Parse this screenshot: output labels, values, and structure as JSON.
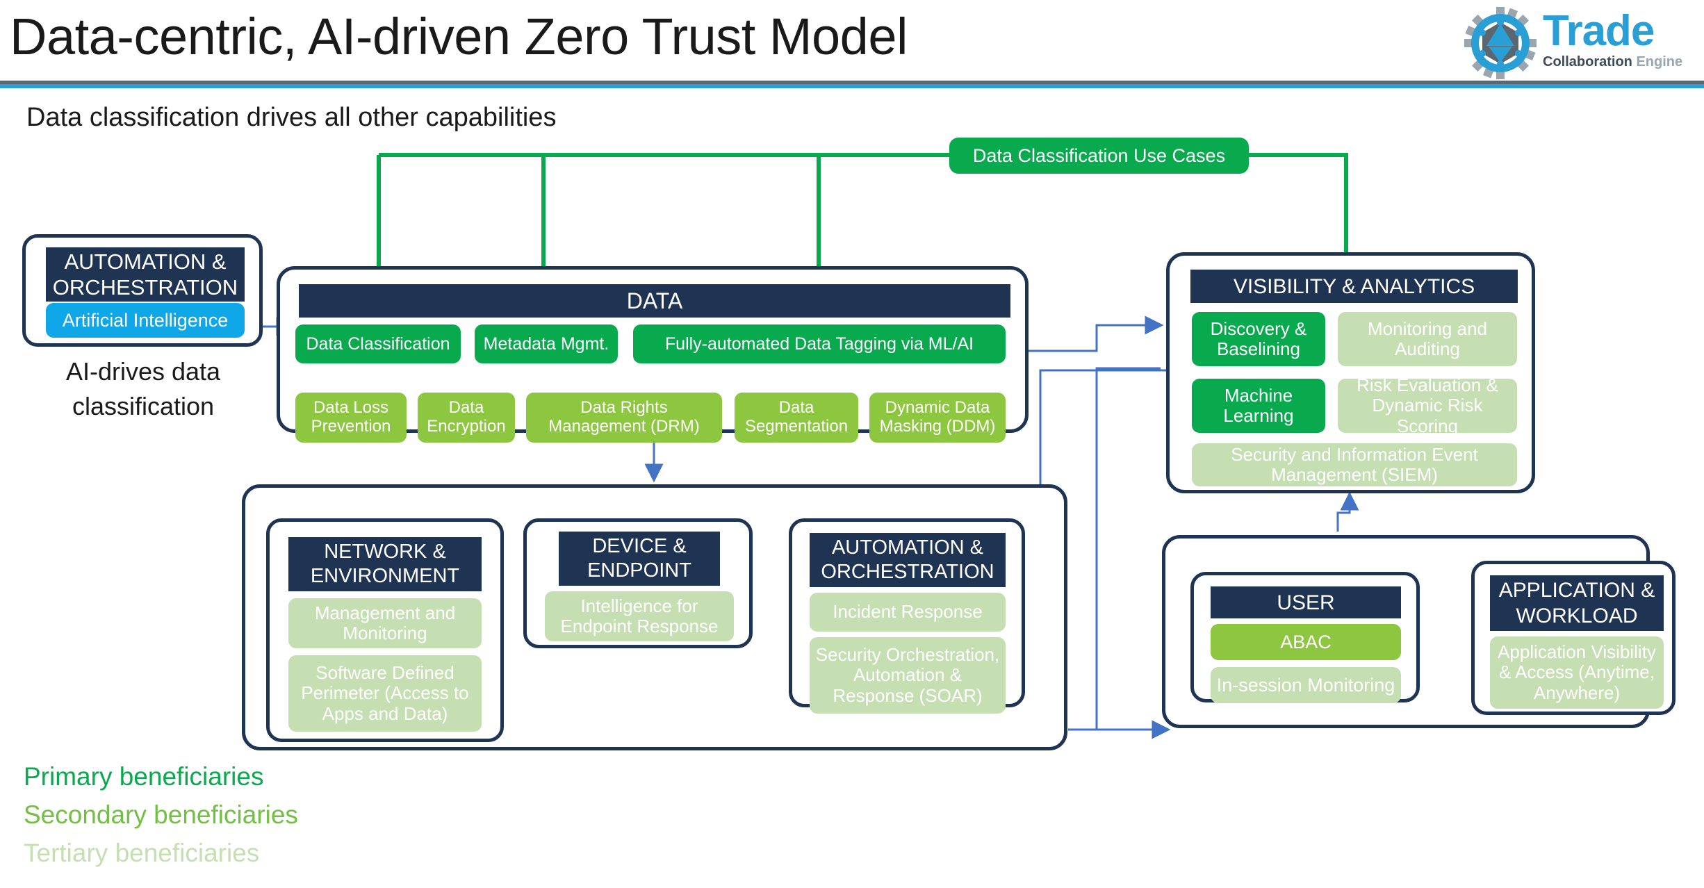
{
  "header": {
    "title": "Data-centric, AI-driven Zero Trust Model",
    "subtitle": "Data classification drives all other capabilities",
    "logo": {
      "word": "Trade",
      "tagline_1": "Collaboration",
      "tagline_2": "Engine"
    }
  },
  "colors": {
    "navy": "#1f3353",
    "primary_green": "#09a94e",
    "secondary_green": "#8dc63f",
    "tertiary_green": "#c5dfb3",
    "cyan": "#10a7e8",
    "rule_gray": "#5b6770",
    "rule_blue": "#2a9fd6",
    "arrow_blue": "#4472c4"
  },
  "use_cases_banner": {
    "label": "Data Classification Use Cases"
  },
  "automation_left": {
    "header": "AUTOMATION & ORCHESTRATION",
    "items": [
      {
        "label": "Artificial Intelligence",
        "tier": "ai"
      }
    ],
    "caption": "AI-drives data classification"
  },
  "data_group": {
    "header": "DATA",
    "row_primary": [
      {
        "label": "Data Classification",
        "tier": "primary"
      },
      {
        "label": "Metadata Mgmt.",
        "tier": "primary"
      },
      {
        "label": "Fully-automated Data Tagging via ML/AI",
        "tier": "primary"
      }
    ],
    "row_secondary": [
      {
        "label": "Data Loss Prevention",
        "tier": "secondary"
      },
      {
        "label": "Data Encryption",
        "tier": "secondary"
      },
      {
        "label": "Data Rights Management (DRM)",
        "tier": "secondary"
      },
      {
        "label": "Data Segmentation",
        "tier": "secondary"
      },
      {
        "label": "Dynamic Data Masking (DDM)",
        "tier": "secondary"
      }
    ]
  },
  "visibility_group": {
    "header": "VISIBILITY & ANALYTICS",
    "left_items": [
      {
        "label": "Discovery & Baselining",
        "tier": "primary"
      },
      {
        "label": "Machine Learning",
        "tier": "primary"
      }
    ],
    "right_items": [
      {
        "label": "Monitoring and Auditing",
        "tier": "tertiary"
      },
      {
        "label": "Risk Evaluation & Dynamic Risk Scoring",
        "tier": "tertiary"
      }
    ],
    "wide_item": {
      "label": "Security and Information Event Management (SIEM)",
      "tier": "tertiary"
    }
  },
  "bottom_group": {
    "network": {
      "header": "NETWORK & ENVIRONMENT",
      "items": [
        {
          "label": "Management and Monitoring",
          "tier": "tertiary"
        },
        {
          "label": "Software Defined Perimeter (Access to Apps and Data)",
          "tier": "tertiary"
        }
      ]
    },
    "device": {
      "header": "DEVICE & ENDPOINT",
      "items": [
        {
          "label": "Intelligence for Endpoint Response",
          "tier": "tertiary"
        }
      ]
    },
    "automation": {
      "header": "AUTOMATION & ORCHESTRATION",
      "items": [
        {
          "label": "Incident Response",
          "tier": "tertiary"
        },
        {
          "label": "Security Orchestration, Automation & Response (SOAR)",
          "tier": "tertiary"
        }
      ]
    }
  },
  "user_group": {
    "user": {
      "header": "USER",
      "items": [
        {
          "label": "ABAC",
          "tier": "secondary"
        },
        {
          "label": "In-session Monitoring",
          "tier": "tertiary"
        }
      ]
    },
    "application": {
      "header": "APPLICATION & WORKLOAD",
      "items": [
        {
          "label": "Application Visibility & Access (Anytime, Anywhere)",
          "tier": "tertiary"
        }
      ]
    }
  },
  "legend": {
    "primary": "Primary beneficiaries",
    "secondary": "Secondary beneficiaries",
    "tertiary": "Tertiary beneficiaries"
  }
}
